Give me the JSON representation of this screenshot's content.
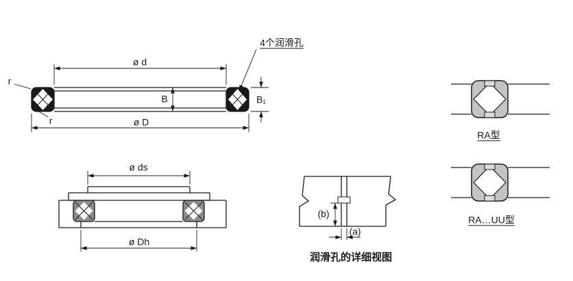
{
  "main_view": {
    "lube_holes_label": "4个润滑孔",
    "dim_inner_diameter": "ø d",
    "dim_width": "B",
    "dim_width_seals": "B₁",
    "dim_outer_diameter": "ø D",
    "radius_top_left": "r",
    "radius_bottom_left": "r"
  },
  "mounting_view": {
    "dim_shaft_abutment": "ø ds",
    "dim_housing_abutment": "ø Dh"
  },
  "detail_view": {
    "dim_depth": "(b)",
    "dim_hole": "(a)",
    "caption": "润滑孔的详细视图"
  },
  "symbols": {
    "ra": "RA型",
    "ra_uu": "RA…UU型"
  },
  "colors": {
    "line": "#1a1a1a",
    "section_fill_dark": "#1a1a1a",
    "section_fill_gray": "#8c8c8c",
    "symbol_fill": "#c4c4c4",
    "background": "#ffffff"
  }
}
